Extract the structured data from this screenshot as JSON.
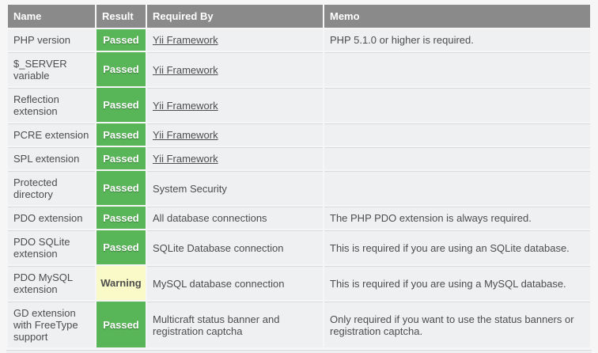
{
  "colors": {
    "page_bg": "#f6f6f7",
    "header_bg": "#8a8a8a",
    "header_text": "#ffffff",
    "row_bg": "#eef0f2",
    "row_text": "#4d4d4d",
    "passed_bg": "#58b558",
    "passed_text": "#ffffff",
    "warning_bg": "#fafac8",
    "warning_text": "#4d4d4d",
    "divider": "#d8dadd"
  },
  "table": {
    "headers": [
      "Name",
      "Result",
      "Required By",
      "Memo"
    ],
    "rows": [
      {
        "name": "PHP version",
        "result": "Passed",
        "result_status": "passed",
        "required_by": "Yii Framework",
        "required_by_is_link": true,
        "memo": "PHP 5.1.0 or higher is required."
      },
      {
        "name": "$_SERVER variable",
        "result": "Passed",
        "result_status": "passed",
        "required_by": "Yii Framework",
        "required_by_is_link": true,
        "memo": ""
      },
      {
        "name": "Reflection extension",
        "result": "Passed",
        "result_status": "passed",
        "required_by": "Yii Framework",
        "required_by_is_link": true,
        "memo": ""
      },
      {
        "name": "PCRE extension",
        "result": "Passed",
        "result_status": "passed",
        "required_by": "Yii Framework",
        "required_by_is_link": true,
        "memo": ""
      },
      {
        "name": "SPL extension",
        "result": "Passed",
        "result_status": "passed",
        "required_by": "Yii Framework",
        "required_by_is_link": true,
        "memo": ""
      },
      {
        "name": "Protected directory",
        "result": "Passed",
        "result_status": "passed",
        "required_by": "System Security",
        "required_by_is_link": false,
        "memo": ""
      },
      {
        "name": "PDO extension",
        "result": "Passed",
        "result_status": "passed",
        "required_by": "All database connections",
        "required_by_is_link": false,
        "memo": "The PHP PDO extension is always required."
      },
      {
        "name": "PDO SQLite extension",
        "result": "Passed",
        "result_status": "passed",
        "required_by": "SQLite Database connection",
        "required_by_is_link": false,
        "memo": "This is required if you are using an SQLite database."
      },
      {
        "name": "PDO MySQL extension",
        "result": "Warning",
        "result_status": "warning",
        "required_by": "MySQL database connection",
        "required_by_is_link": false,
        "memo": "This is required if you are using a MySQL database."
      },
      {
        "name": "GD extension with FreeType support",
        "result": "Passed",
        "result_status": "passed",
        "required_by": "Multicraft status banner and registration captcha",
        "required_by_is_link": false,
        "memo": "Only required if you want to use the status banners or registration captcha."
      }
    ]
  }
}
